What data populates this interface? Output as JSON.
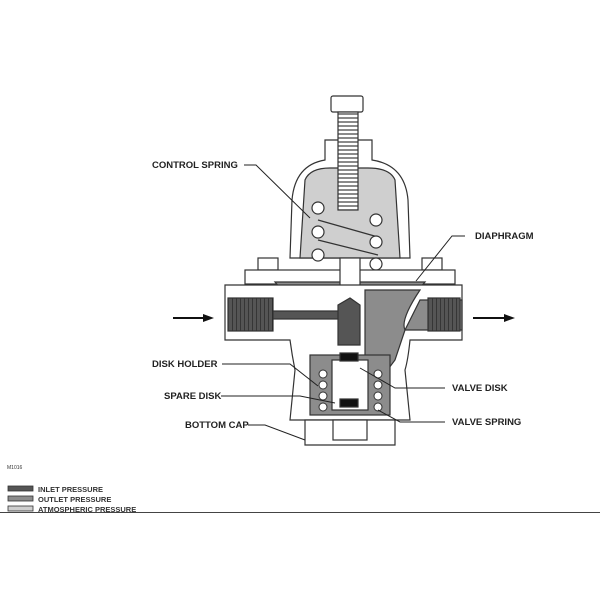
{
  "figure_id": "M1016",
  "labels": {
    "control_spring": "CONTROL SPRING",
    "diaphragm": "DIAPHRAGM",
    "disk_holder": "DISK HOLDER",
    "valve_disk": "VALVE DISK",
    "spare_disk": "SPARE DISK",
    "valve_spring": "VALVE SPRING",
    "bottom_cap": "BOTTOM CAP"
  },
  "legend": [
    {
      "label": "INLET PRESSURE",
      "color": "#555555"
    },
    {
      "label": "OUTLET PRESSURE",
      "color": "#8c8c8c"
    },
    {
      "label": "ATMOSPHERIC PRESSURE",
      "color": "#cfcfcf"
    }
  ]
}
